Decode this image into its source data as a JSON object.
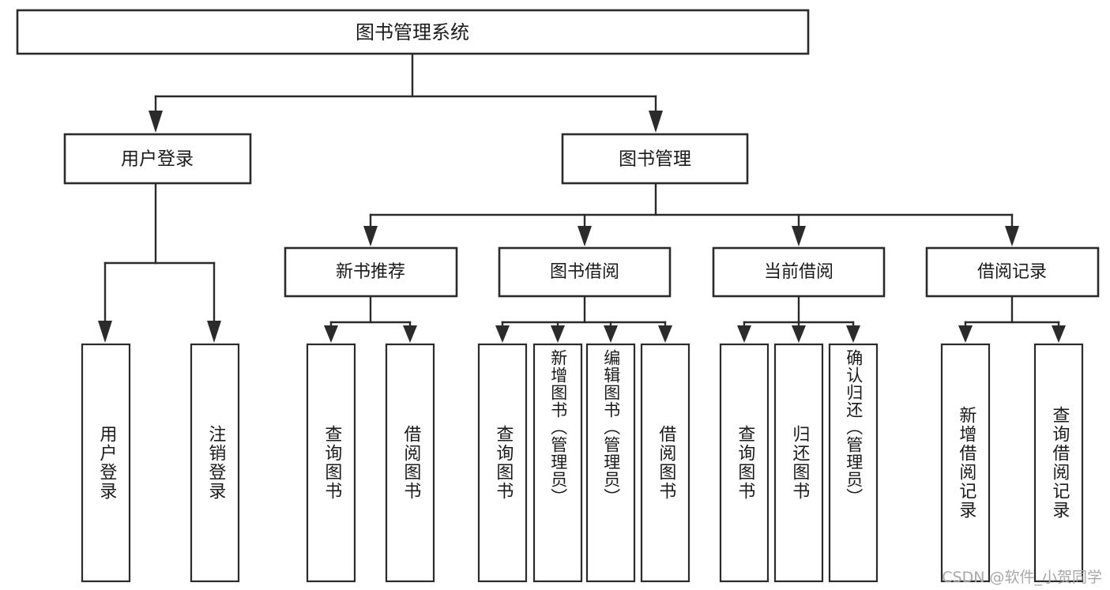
{
  "diagram": {
    "title": "图书管理系统",
    "watermark": "CSDN @软件_小贺同学",
    "colors": {
      "box_stroke": "#2b2b2b",
      "box_fill": "#ffffff",
      "text": "#1a1a1a",
      "connector": "#2b2b2b",
      "watermark": "#a8a8a8",
      "background": "#ffffff"
    },
    "root": {
      "label": "图书管理系统"
    },
    "level2": [
      {
        "label": "用户登录"
      },
      {
        "label": "图书管理"
      }
    ],
    "level3": [
      {
        "label": "新书推荐"
      },
      {
        "label": "图书借阅"
      },
      {
        "label": "当前借阅"
      },
      {
        "label": "借阅记录"
      }
    ],
    "leaves": {
      "user_login": [
        {
          "label": "用户登录"
        },
        {
          "label": "注销登录"
        }
      ],
      "new_book_recommend": [
        {
          "label": "查询图书"
        },
        {
          "label": "借阅图书"
        }
      ],
      "book_borrow": [
        {
          "label": "查询图书"
        },
        {
          "label": "新增图书（管理员）"
        },
        {
          "label": "编辑图书（管理员）"
        },
        {
          "label": "借阅图书"
        }
      ],
      "current_borrow": [
        {
          "label": "查询图书"
        },
        {
          "label": "归还图书"
        },
        {
          "label": "确认归还（管理员）"
        }
      ],
      "borrow_record": [
        {
          "label": "新增借阅记录"
        },
        {
          "label": "查询借阅记录"
        }
      ]
    }
  }
}
